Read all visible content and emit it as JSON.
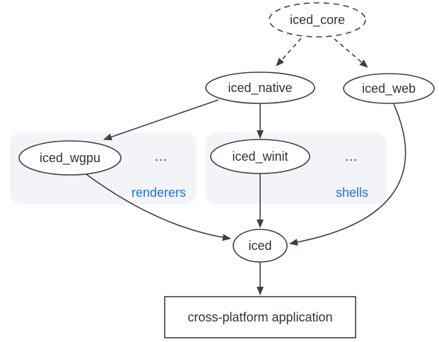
{
  "diagram": {
    "type": "dependency-graph",
    "subject": "iced crate ecosystem",
    "nodes": {
      "iced_core": {
        "label": "iced_core",
        "shape": "ellipse",
        "border": "dashed"
      },
      "iced_native": {
        "label": "iced_native",
        "shape": "ellipse",
        "border": "solid"
      },
      "iced_web": {
        "label": "iced_web",
        "shape": "ellipse",
        "border": "solid"
      },
      "iced_wgpu": {
        "label": "iced_wgpu",
        "shape": "ellipse",
        "border": "solid"
      },
      "iced_winit": {
        "label": "iced_winit",
        "shape": "ellipse",
        "border": "solid"
      },
      "iced": {
        "label": "iced",
        "shape": "ellipse",
        "border": "solid"
      },
      "app": {
        "label": "cross-platform application",
        "shape": "rectangle",
        "border": "solid"
      }
    },
    "groups": {
      "renderers": {
        "label": "renderers",
        "ellipsis": "...",
        "members": [
          "iced_wgpu"
        ]
      },
      "shells": {
        "label": "shells",
        "ellipsis": "...",
        "members": [
          "iced_winit"
        ]
      }
    },
    "edges": [
      {
        "from": "iced_core",
        "to": "iced_native",
        "style": "dashed"
      },
      {
        "from": "iced_core",
        "to": "iced_web",
        "style": "dashed"
      },
      {
        "from": "iced_native",
        "to": "iced_wgpu",
        "style": "solid"
      },
      {
        "from": "iced_native",
        "to": "iced_winit",
        "style": "solid"
      },
      {
        "from": "iced_wgpu",
        "to": "iced",
        "style": "solid"
      },
      {
        "from": "iced_winit",
        "to": "iced",
        "style": "solid"
      },
      {
        "from": "iced_web",
        "to": "iced",
        "style": "solid"
      },
      {
        "from": "iced",
        "to": "app",
        "style": "solid"
      }
    ],
    "colors": {
      "stroke": "#3c4043",
      "text": "#2f3337",
      "group_label": "#1a73e8",
      "group_fill": "#f2f4f8",
      "node_fill": "#ffffff",
      "background": "#ffffff"
    }
  }
}
